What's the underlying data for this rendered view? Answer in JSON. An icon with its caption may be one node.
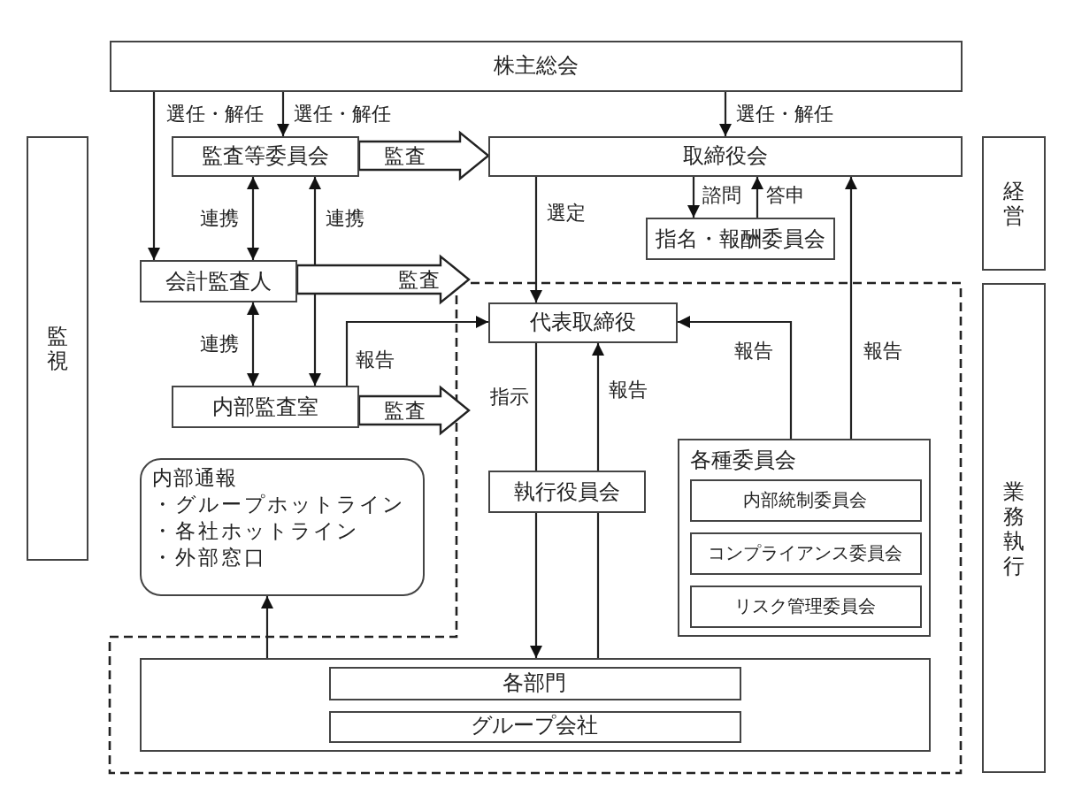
{
  "diagram": {
    "nodes": [
      {
        "text": [
          "株主総会"
        ]
      },
      {
        "text": [
          "監視"
        ]
      },
      {
        "text": [
          "監査等委員会"
        ]
      },
      {
        "text": [
          "取締役会"
        ]
      },
      {
        "text": [
          "経営"
        ]
      },
      {
        "text": [
          "指名・報酬委員会"
        ]
      },
      {
        "text": [
          "会計監査人"
        ]
      },
      {
        "text": [
          "代表取締役"
        ]
      },
      {
        "text": [
          "業務執行"
        ]
      },
      {
        "text": [
          "内部監査室"
        ]
      },
      {
        "text": [
          "内部通報",
          "・グループホットライン",
          "・各社ホットライン",
          "・外部窓口"
        ]
      },
      {
        "text": [
          "執行役員会"
        ]
      },
      {
        "text": [
          "各種委員会"
        ]
      },
      {
        "text": [
          "内部統制委員会"
        ],
        "in": 12
      },
      {
        "text": [
          "コンプライアンス委員会"
        ],
        "in": 12
      },
      {
        "text": [
          "リスク管理委員会"
        ],
        "in": 12
      },
      {
        "text": [],
        "shape": "box"
      },
      {
        "text": [
          "各部門"
        ],
        "in": 16
      },
      {
        "text": [
          "グループ会社"
        ],
        "in": 16
      }
    ],
    "edges": [
      {
        "from": 0,
        "to": 2,
        "arrow": "to",
        "label": "選任・解任"
      },
      {
        "from": 0,
        "to": 6,
        "arrow": "to",
        "label": "選任・解任"
      },
      {
        "from": 0,
        "to": 3,
        "arrow": "to",
        "label": "選任・解任"
      },
      {
        "from": 2,
        "to": 6,
        "arrow": "both",
        "label": "連携"
      },
      {
        "from": 2,
        "to": 9,
        "arrow": "both",
        "label": "連携"
      },
      {
        "from": 6,
        "to": 9,
        "arrow": "both",
        "label": "連携"
      },
      {
        "from": 9,
        "to": 7,
        "arrow": "to",
        "label": "報告"
      },
      {
        "from": 3,
        "to": 7,
        "arrow": "to",
        "label": "選定"
      },
      {
        "from": 3,
        "to": 5,
        "arrow": "to",
        "label": "諮問"
      },
      {
        "from": 5,
        "to": 3,
        "arrow": "to",
        "label": "答申"
      },
      {
        "from": 7,
        "to": 11,
        "arrow": "none",
        "label": "指示"
      },
      {
        "from": 11,
        "to": 16,
        "arrow": "to"
      },
      {
        "from": 16,
        "to": 11,
        "arrow": "none"
      },
      {
        "from": 11,
        "to": 7,
        "arrow": "to",
        "label": "報告"
      },
      {
        "from": 12,
        "to": 7,
        "arrow": "to",
        "label": "報告"
      },
      {
        "from": 12,
        "to": 3,
        "arrow": "to",
        "label": "報告"
      },
      {
        "from": 16,
        "to": 10,
        "arrow": "to"
      },
      {
        "from": 2,
        "to": 3,
        "arrow": "to",
        "label": "監査",
        "style": "thick"
      },
      {
        "from": 6,
        "to": null,
        "arrow": "to",
        "label": "監査",
        "style": "thick"
      },
      {
        "from": 9,
        "to": null,
        "arrow": "to",
        "label": "監査",
        "style": "thick"
      }
    ]
  }
}
